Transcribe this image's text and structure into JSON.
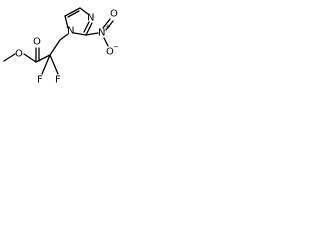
{
  "molecule": {
    "atoms": {
      "n_ring": "N",
      "n_imine": "N",
      "n_nitro": "N",
      "n_nitro_charge": "+",
      "o_nitro_minus": "O",
      "o_nitro_minus_charge": "−",
      "o_nitro_double": "O",
      "o_carbonyl": "O",
      "o_ester": "O",
      "f_1": "F",
      "f_2": "F"
    }
  }
}
